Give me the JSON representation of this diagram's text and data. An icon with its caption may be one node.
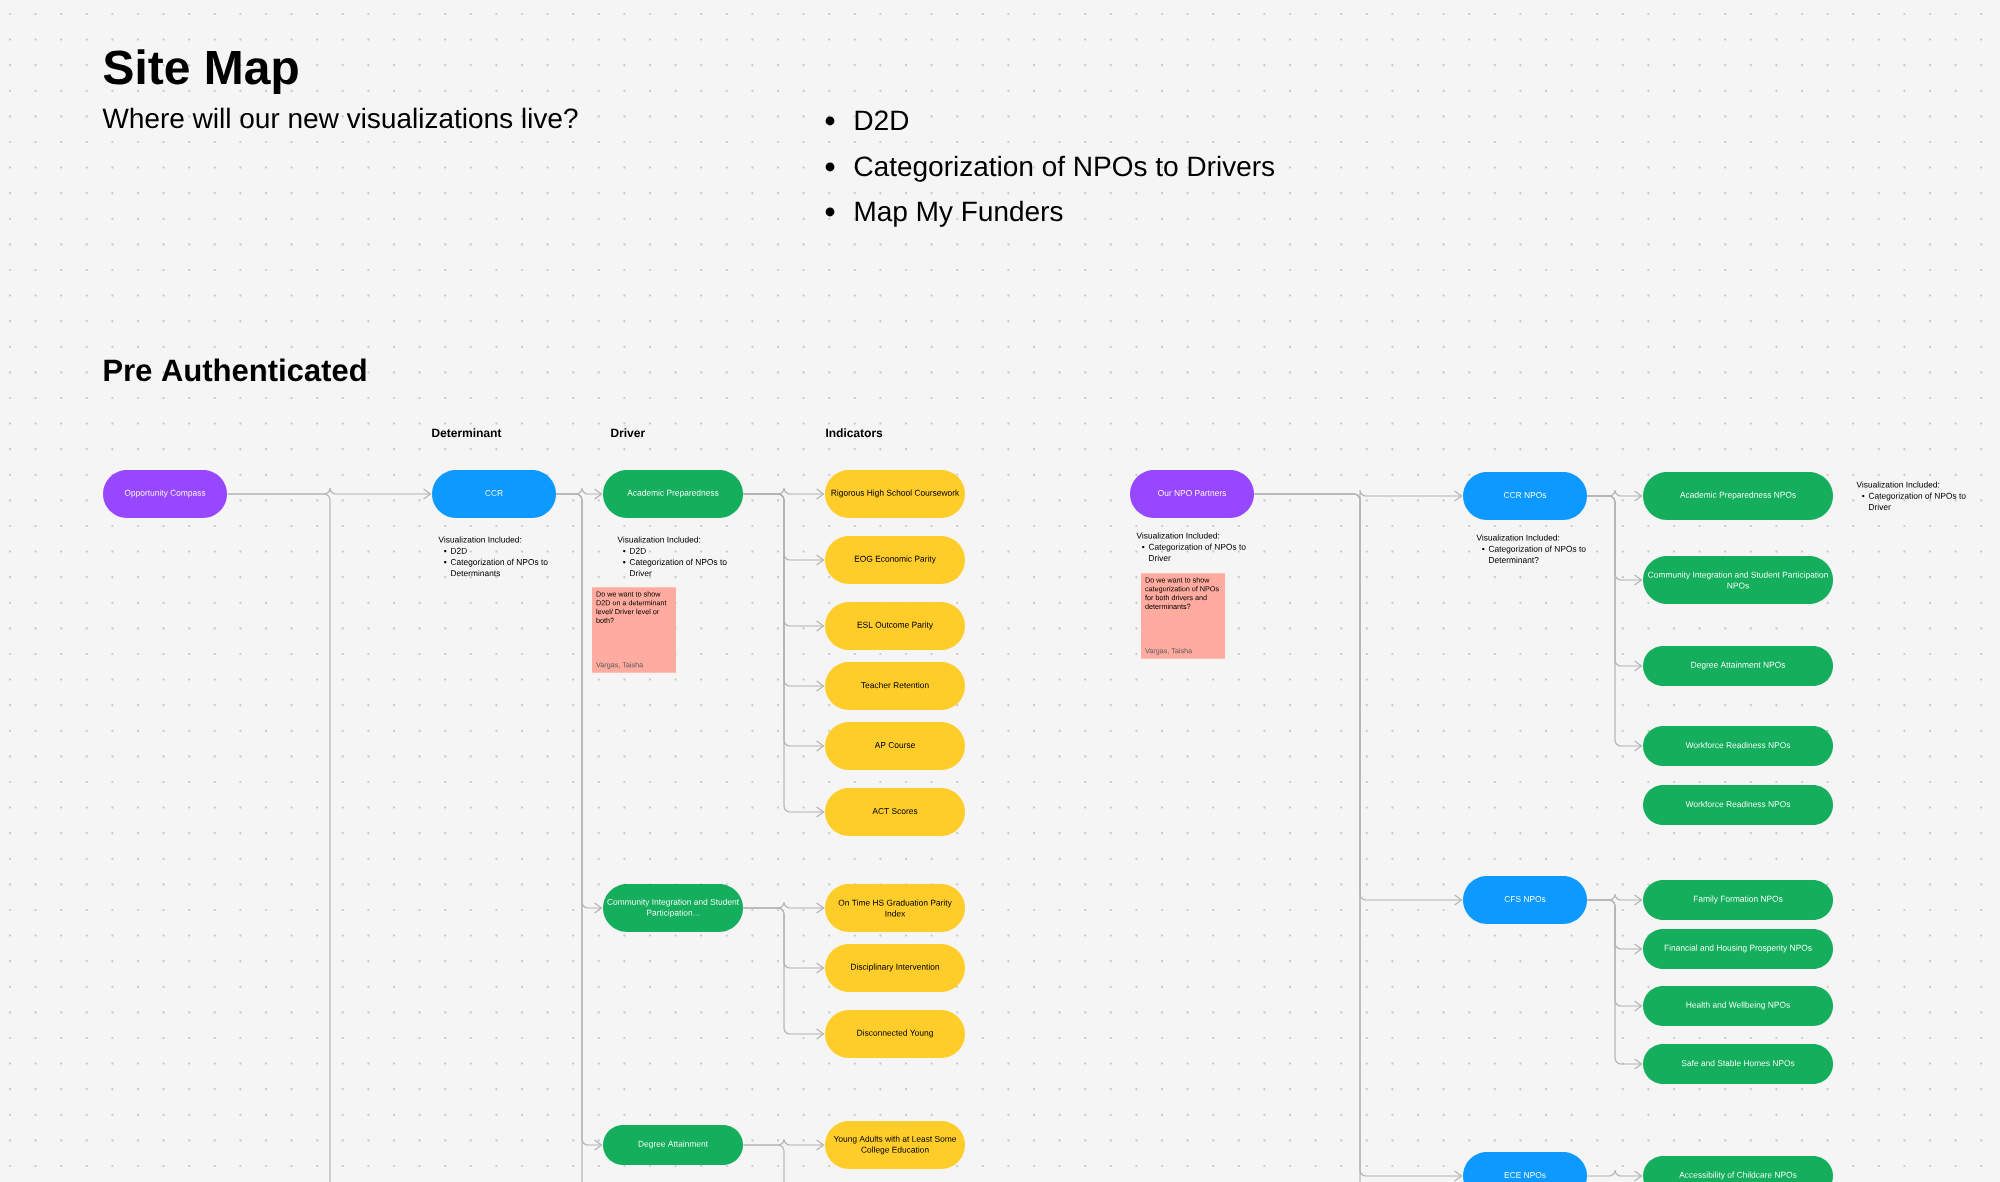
{
  "diagram": {
    "title": "Site Map",
    "nodes": [
      {
        "text": [
          "Opportunity Compass"
        ]
      },
      {
        "text": [
          "CCR"
        ],
        "beside": [
          "Visualization Included:",
          "D2D",
          "Categorization of NPOs to Determinants"
        ]
      },
      {
        "text": [
          "Academic Preparedness"
        ],
        "beside": [
          "Visualization Included:",
          "D2D",
          "Categorization of NPOs to Driver"
        ]
      },
      {
        "text": [
          "Do we want to show D2D on a determinant level/ Driver level or both?",
          "Vargas, Taisha"
        ]
      },
      {
        "text": [
          "Community Integration and Student Participation..."
        ]
      },
      {
        "text": [
          "Degree Attainment"
        ]
      },
      {
        "text": [
          "Rigorous High School Coursework"
        ]
      },
      {
        "text": [
          "EOG Economic Parity"
        ]
      },
      {
        "text": [
          "ESL Outcome Parity"
        ]
      },
      {
        "text": [
          "Teacher Retention"
        ]
      },
      {
        "text": [
          "AP Course"
        ]
      },
      {
        "text": [
          "ACT Scores"
        ]
      },
      {
        "text": [
          "On Time HS Graduation Parity Index"
        ]
      },
      {
        "text": [
          "Disciplinary Intervention"
        ]
      },
      {
        "text": [
          "Disconnected Young"
        ]
      },
      {
        "text": [
          "Young Adults with at Least Some College Education"
        ]
      },
      {
        "text": [
          "Our NPO Partners"
        ],
        "beside": [
          "Visualization Included:",
          "Categorization of NPOs to Driver"
        ]
      },
      {
        "text": [
          "Do we want to show categorization of NPOs for both drivers and determinants?",
          "Vargas, Taisha"
        ]
      },
      {
        "text": [
          "CCR NPOs"
        ],
        "beside": [
          "Visualization Included:",
          "Categorization of NPOs to Determinant?"
        ]
      },
      {
        "text": [
          "CFS NPOs"
        ]
      },
      {
        "text": [
          "ECE NPOs"
        ]
      },
      {
        "text": [
          "Academic Preparedness NPOs"
        ],
        "beside": [
          "Visualization Included:",
          "Categorization of NPOs to Driver"
        ]
      },
      {
        "text": [
          "Community Integration and Student Participation NPOs"
        ]
      },
      {
        "text": [
          "Degree Attainment NPOs"
        ]
      },
      {
        "text": [
          "Workforce Readiness NPOs"
        ]
      },
      {
        "text": [
          "Workforce Readiness NPOs"
        ]
      },
      {
        "text": [
          "Family Formation NPOs"
        ]
      },
      {
        "text": [
          "Financial and Housing Prosperity NPOs"
        ]
      },
      {
        "text": [
          "Health and Wellbeing NPOs"
        ]
      },
      {
        "text": [
          "Safe and Stable Homes NPOs"
        ]
      },
      {
        "text": [
          "Accessibility of Childcare NPOs"
        ]
      }
    ],
    "edges": [
      {
        "from": 0,
        "to": 1,
        "arrow": "to"
      },
      {
        "from": 0,
        "to": null,
        "arrow": "none"
      },
      {
        "from": 1,
        "to": 2,
        "arrow": "to"
      },
      {
        "from": 1,
        "to": 4,
        "arrow": "to"
      },
      {
        "from": 1,
        "to": 5,
        "arrow": "to"
      },
      {
        "from": 1,
        "to": null,
        "arrow": "none"
      },
      {
        "from": 2,
        "to": 6,
        "arrow": "to"
      },
      {
        "from": 2,
        "to": 7,
        "arrow": "to"
      },
      {
        "from": 2,
        "to": 8,
        "arrow": "to"
      },
      {
        "from": 2,
        "to": 9,
        "arrow": "to"
      },
      {
        "from": 2,
        "to": 10,
        "arrow": "to"
      },
      {
        "from": 2,
        "to": 11,
        "arrow": "to"
      },
      {
        "from": 4,
        "to": 12,
        "arrow": "to"
      },
      {
        "from": 4,
        "to": 13,
        "arrow": "to"
      },
      {
        "from": 4,
        "to": 14,
        "arrow": "to"
      },
      {
        "from": 5,
        "to": 15,
        "arrow": "to"
      },
      {
        "from": 5,
        "to": null,
        "arrow": "none"
      },
      {
        "from": 16,
        "to": 18,
        "arrow": "to"
      },
      {
        "from": 16,
        "to": 19,
        "arrow": "to"
      },
      {
        "from": 16,
        "to": 20,
        "arrow": "to"
      },
      {
        "from": 16,
        "to": null,
        "arrow": "none"
      },
      {
        "from": 18,
        "to": 21,
        "arrow": "to"
      },
      {
        "from": 18,
        "to": 22,
        "arrow": "to"
      },
      {
        "from": 18,
        "to": 23,
        "arrow": "to"
      },
      {
        "from": 18,
        "to": 24,
        "arrow": "to"
      },
      {
        "from": 19,
        "to": 26,
        "arrow": "to"
      },
      {
        "from": 19,
        "to": 27,
        "arrow": "to"
      },
      {
        "from": 19,
        "to": 28,
        "arrow": "to"
      },
      {
        "from": 19,
        "to": 29,
        "arrow": "to"
      },
      {
        "from": 20,
        "to": 30,
        "arrow": "to"
      }
    ],
    "labels": [
      "Where will our new visualizations live?",
      "D2D",
      "Categorization of NPOs to Drivers",
      "Map My Funders",
      "Pre Authenticated",
      "Determinant",
      "Driver",
      "Indicators"
    ]
  }
}
